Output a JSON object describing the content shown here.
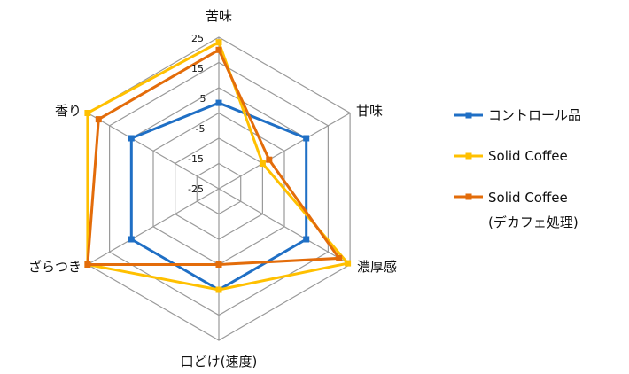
{
  "chart_data": {
    "type": "radar",
    "axes": [
      "苦味",
      "甘味",
      "濃厚感",
      "口どけ(速度)",
      "ざらつき",
      "香り"
    ],
    "rlim": [
      -35,
      25
    ],
    "ticks": [
      25,
      15,
      5,
      -5,
      -15,
      -25
    ],
    "grid": true,
    "legend_position": "right",
    "series": [
      {
        "name": "コントロール品",
        "name_lines": [
          "コントロール品"
        ],
        "color": "#1F6FC5",
        "marker": "square",
        "values": [
          -1,
          5,
          5,
          5,
          5,
          5
        ]
      },
      {
        "name": "Solid Coffee",
        "name_lines": [
          "Solid Coffee"
        ],
        "color": "#FFC000",
        "marker": "square",
        "values": [
          23,
          -15,
          24,
          5,
          25,
          25
        ]
      },
      {
        "name": "Solid Coffee (デカフェ処理)",
        "name_lines": [
          "Solid Coffee",
          "(デカフェ処理)"
        ],
        "color": "#E36C0A",
        "marker": "square",
        "values": [
          20,
          -12,
          20,
          -5,
          25,
          20
        ]
      }
    ]
  }
}
